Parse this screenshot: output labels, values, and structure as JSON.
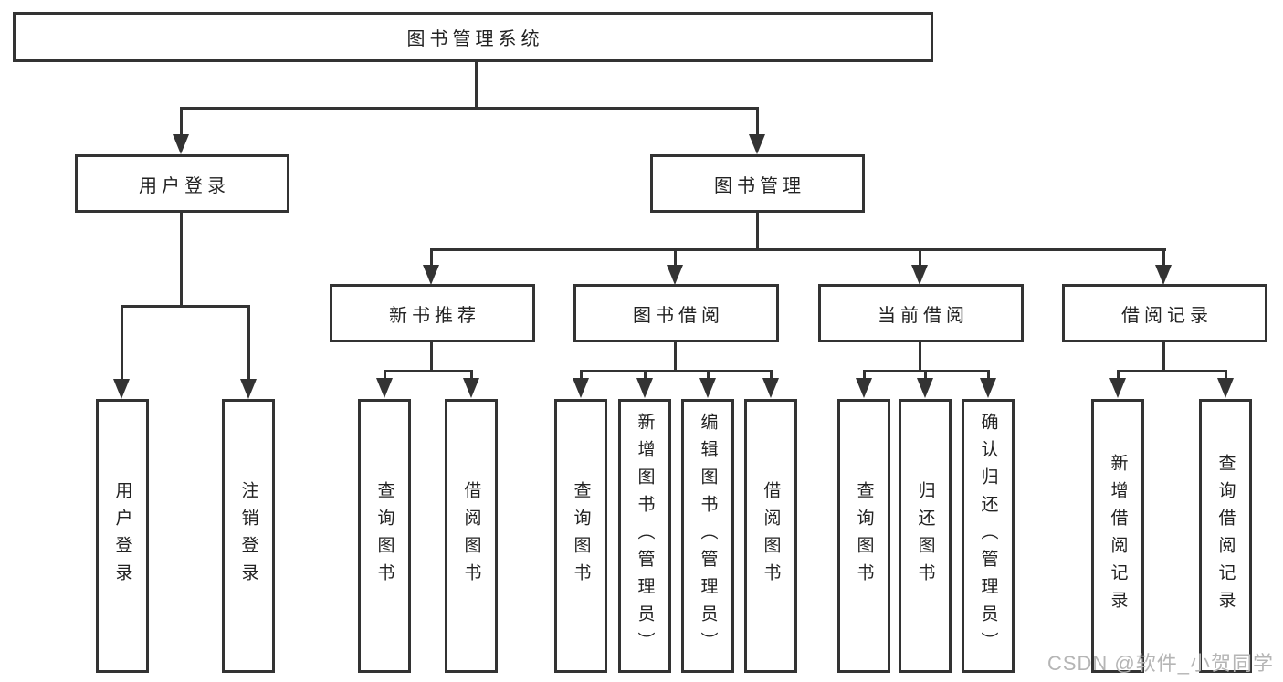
{
  "root": {
    "label": "图书管理系统"
  },
  "level1": [
    {
      "label": "用户登录"
    },
    {
      "label": "图书管理"
    }
  ],
  "level2": [
    {
      "label": "新书推荐"
    },
    {
      "label": "图书借阅"
    },
    {
      "label": "当前借阅"
    },
    {
      "label": "借阅记录"
    }
  ],
  "level3": {
    "user_login": [
      {
        "label": "用户登录"
      },
      {
        "label": "注销登录"
      }
    ],
    "new_book": [
      {
        "label": "查询图书"
      },
      {
        "label": "借阅图书"
      }
    ],
    "book_borrow": [
      {
        "label": "查询图书"
      },
      {
        "label": "新增图书（管理员）"
      },
      {
        "label": "编辑图书（管理员）"
      },
      {
        "label": "借阅图书"
      }
    ],
    "current_borrow": [
      {
        "label": "查询图书"
      },
      {
        "label": "归还图书"
      },
      {
        "label": "确认归还（管理员）"
      }
    ],
    "borrow_record": [
      {
        "label": "新增借阅记录"
      },
      {
        "label": "查询借阅记录"
      }
    ]
  },
  "watermark": "CSDN @软件_小贺同学",
  "colors": {
    "line": "#333333",
    "text": "#222222",
    "background": "#ffffff",
    "watermark": "#b5b5b5"
  }
}
